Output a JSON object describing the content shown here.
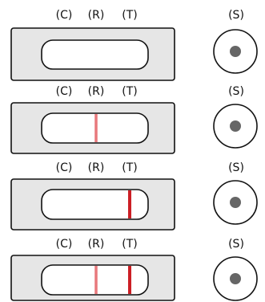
{
  "labels": {
    "control": "(C)",
    "reference": "(R)",
    "test": "(T)",
    "sample": "(S)"
  },
  "colors": {
    "strip_fill": "#e6e6e6",
    "window_fill": "#ffffff",
    "outline": "#111111",
    "sample_dot": "#666666",
    "light_line": "#e8787c",
    "dark_line": "#cc1f25"
  },
  "rows": [
    {
      "lines": []
    },
    {
      "lines": [
        {
          "position": "R",
          "intensity": "light"
        }
      ]
    },
    {
      "lines": [
        {
          "position": "T",
          "intensity": "dark"
        }
      ]
    },
    {
      "lines": [
        {
          "position": "R",
          "intensity": "light"
        },
        {
          "position": "T",
          "intensity": "dark"
        }
      ]
    }
  ]
}
